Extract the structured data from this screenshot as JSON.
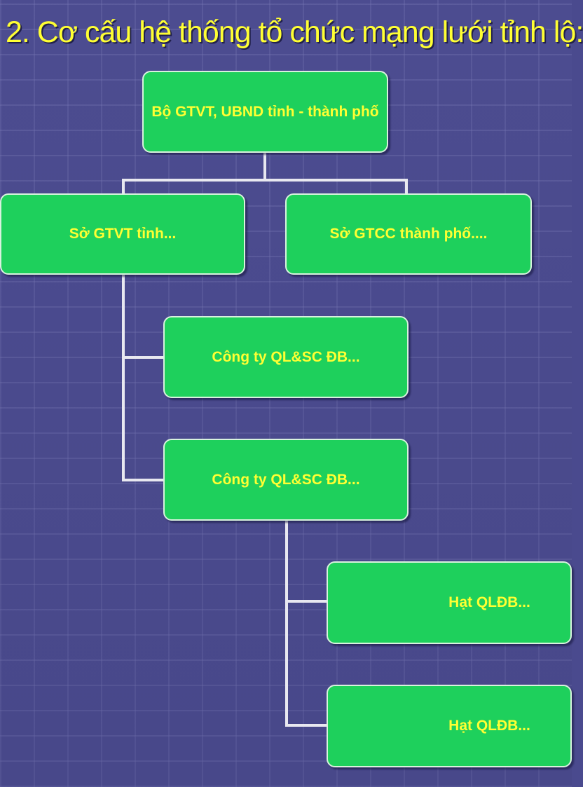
{
  "title": "2. Cơ cấu hệ thống tổ chức mạng lưới tỉnh lộ:",
  "nodes": {
    "bo": "Bộ GTVT, UBND tỉnh - thành phố",
    "so_gtvt": "Sở GTVT tỉnh...",
    "so_gtcc": "Sở GTCC thành phố....",
    "cong_ty_1": "Công ty QL&SC ĐB...",
    "cong_ty_2": "Công ty QL&SC ĐB...",
    "hat_1": "Hạt QLĐB...",
    "hat_2": "Hạt QLĐB..."
  },
  "colors": {
    "box_fill": "#1ed05c",
    "text": "#ffff33",
    "connector": "#e8e8f0",
    "background": "#4c4c90"
  }
}
